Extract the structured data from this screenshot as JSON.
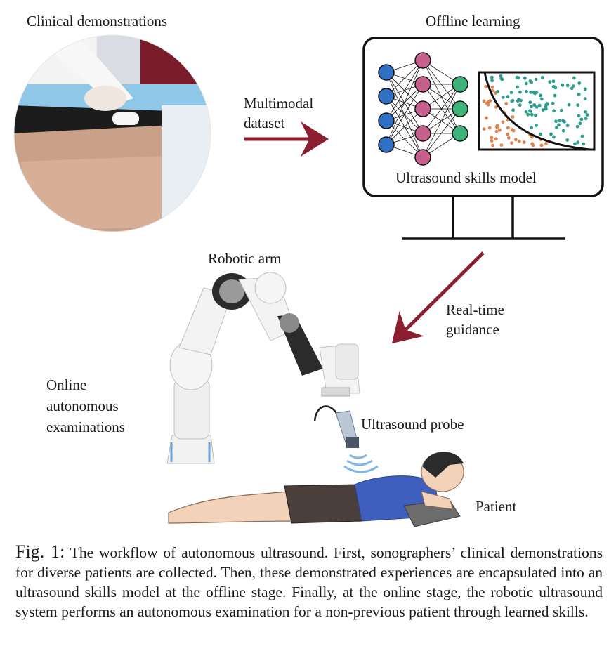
{
  "labels": {
    "clinical": "Clinical demonstrations",
    "offline": "Offline learning",
    "multimodal_line1": "Multimodal",
    "multimodal_line2": "dataset",
    "model": "Ultrasound skills model",
    "robotic_arm": "Robotic arm",
    "realtime_line1": "Real-time",
    "realtime_line2": "guidance",
    "online_line1": "Online",
    "online_line2": "autonomous",
    "online_line3": "examinations",
    "probe": "Ultrasound probe",
    "patient": "Patient"
  },
  "caption": {
    "fig_no": "Fig. 1:",
    "text": "The workflow of autonomous ultrasound. First, sonographers’ clinical demonstrations for diverse patients are collected. Then, these demonstrated experiences are encapsulated into an ultrasound skills model at the offline stage. Finally, at the online stage, the robotic ultrasound system performs an autonomous examination for a non-previous patient through learned skills."
  },
  "colors": {
    "arrow": "#8b1e2f",
    "node_input": "#2f6fc4",
    "node_hidden": "#c7608f",
    "node_output": "#3db37a",
    "dot_orange": "#e0824a",
    "dot_teal": "#2a9d8f",
    "shirt": "#3f5fbf",
    "shorts": "#4a3f3a",
    "skin": "#f2d2b8"
  }
}
